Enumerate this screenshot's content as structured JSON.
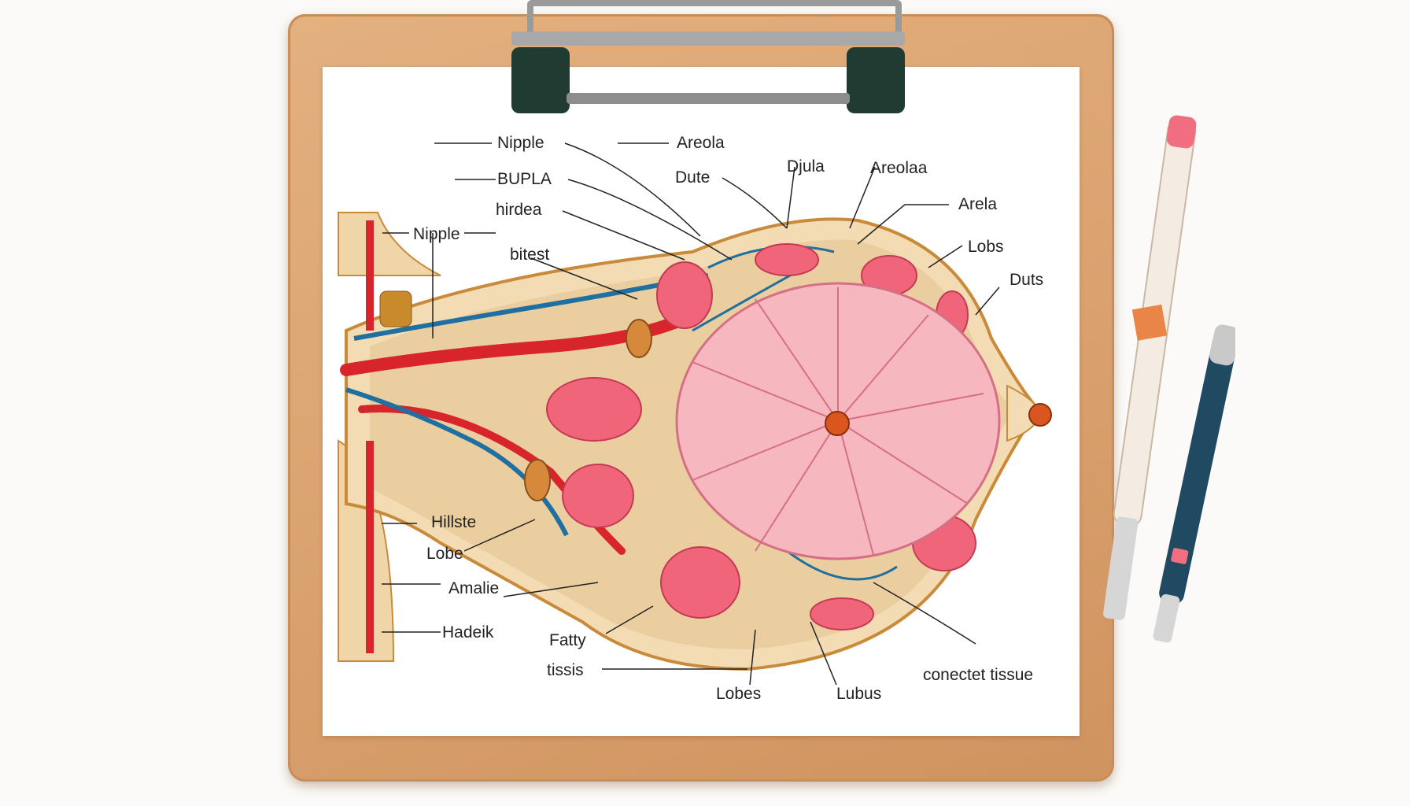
{
  "labels": {
    "nipple_top": "Nipple",
    "areola_top": "Areola",
    "bupla": "BUPLA",
    "dute": "Dute",
    "hirdea": "hirdea",
    "djula": "Djula",
    "areolaa": "Areolaa",
    "arela": "Arela",
    "nipple_left": "Nipple",
    "bitest": "bitest",
    "lobs": "Lobs",
    "duts": "Duts",
    "hillste": "Hillste",
    "lobe": "Lobe",
    "amalie": "Amalie",
    "hadeik": "Hadeik",
    "fatty": "Fatty",
    "tissue": "tissis",
    "lobes": "Lobes",
    "lubus": "Lubus",
    "connective": "conectet tissue"
  },
  "colors": {
    "artery": "#d8242b",
    "vein": "#1f6fa0",
    "lobule": "#f0657a",
    "center_flower": "#f7b7bf",
    "skin": "#f0d5a8",
    "outline": "#c98a3a",
    "nipple": "#d9561f"
  }
}
